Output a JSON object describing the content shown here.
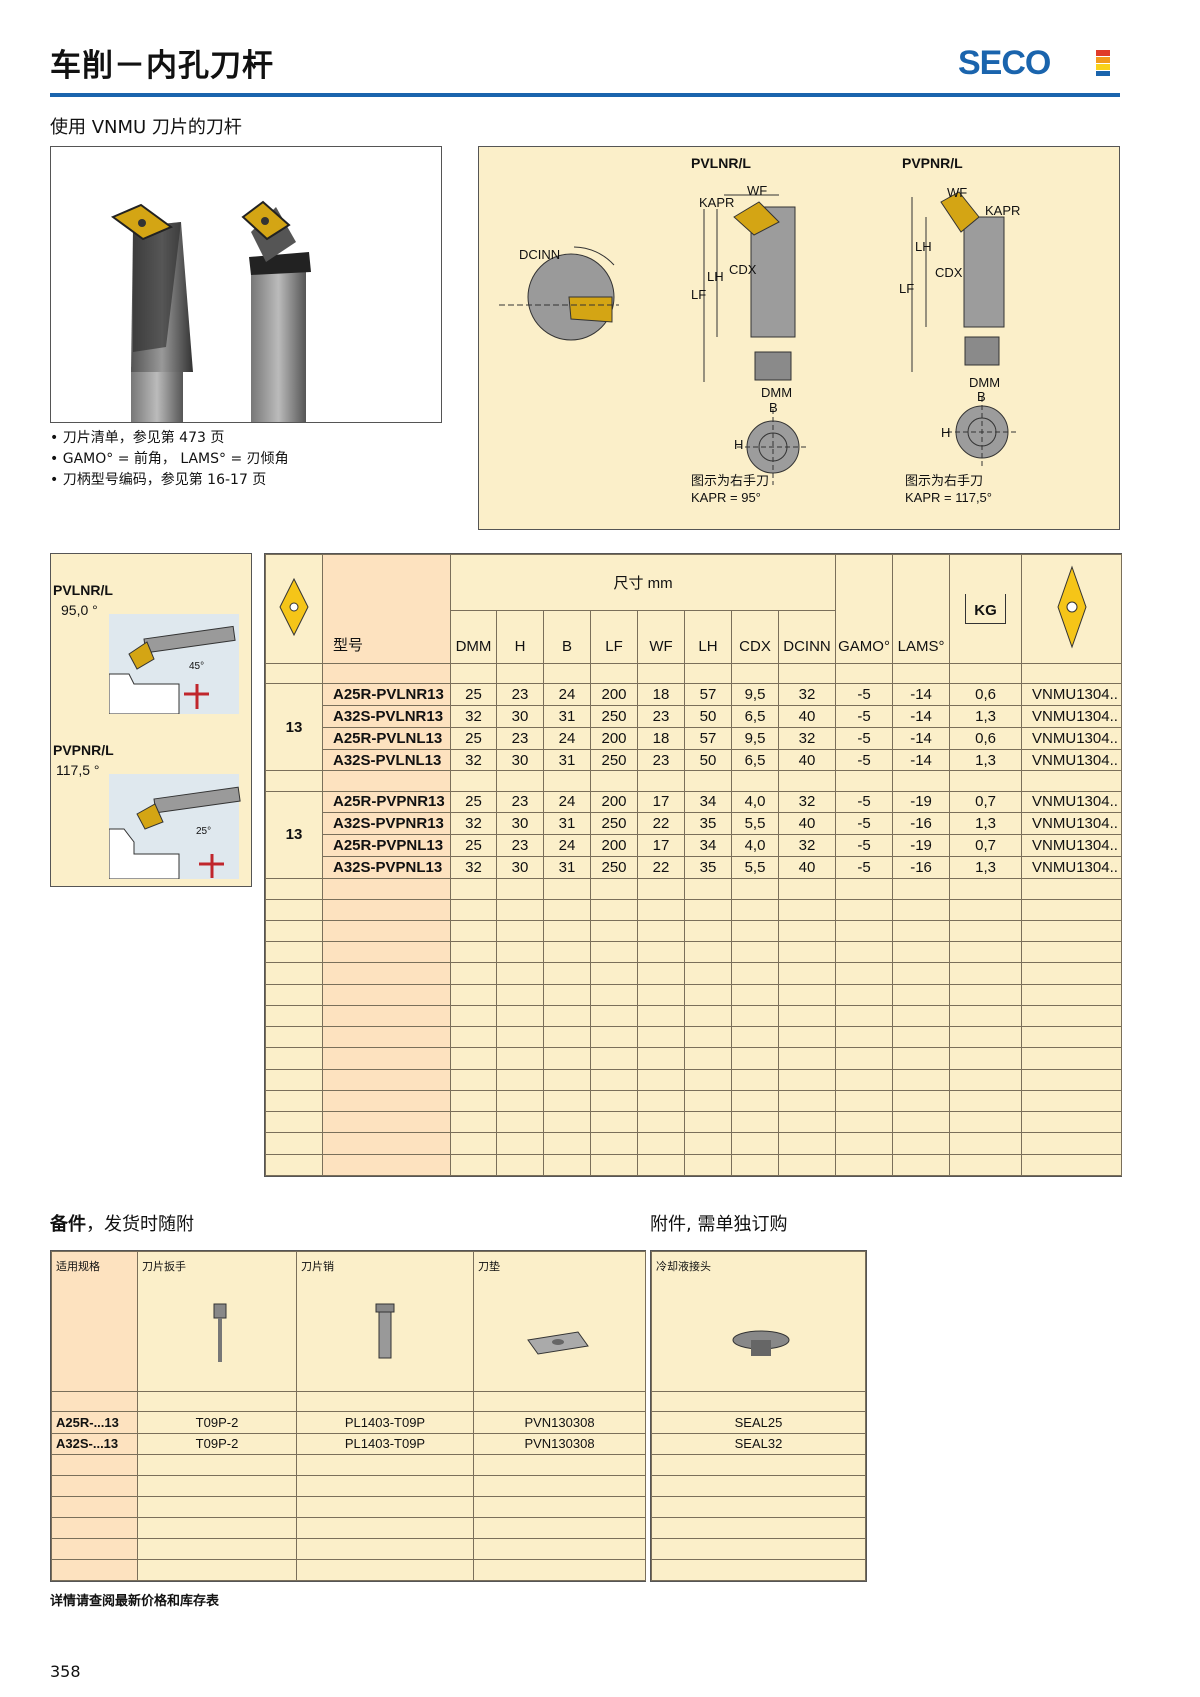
{
  "header": {
    "title": "车削－内孔刀杆",
    "brand": "SECO",
    "brand_color": "#1a64ad",
    "subtitle": "使用 VNMU 刀片的刀杆"
  },
  "notes": [
    "刀片清单，参见第 473 页",
    "GAMO° = 前角， LAMS° = 刃倾角",
    "刀柄型号编码，参见第 16-17 页"
  ],
  "diagram": {
    "left_title": "PVLNR/L",
    "right_title": "PVPNR/L",
    "dcinn": "DCINN",
    "kapr": "KAPR",
    "wf": "WF",
    "lh": "LH",
    "lf": "LF",
    "cdx": "CDX",
    "dmm": "DMM",
    "b": "B",
    "h": "H",
    "left_caption": "图示为右手刀",
    "left_kapr": "KAPR = 95°",
    "right_caption": "图示为右手刀",
    "right_kapr": "KAPR = 117,5°"
  },
  "side": {
    "pv1": "PVLNR/L",
    "pv1_angle": "95,0 °",
    "pv1_deg": "45°",
    "pv2": "PVPNR/L",
    "pv2_angle": "117,5 °",
    "pv2_deg": "25°"
  },
  "table": {
    "dims_title": "尺寸 mm",
    "model_label": "型号",
    "columns": [
      "DMM",
      "H",
      "B",
      "LF",
      "WF",
      "LH",
      "CDX",
      "DCINN",
      "GAMO°",
      "LAMS°"
    ],
    "kg": "KG",
    "group_size_1": "13",
    "group_size_2": "13",
    "group1": [
      [
        "A25R-PVLNR13",
        "25",
        "23",
        "24",
        "200",
        "18",
        "57",
        "9,5",
        "32",
        "-5",
        "-14",
        "0,6",
        "VNMU1304.."
      ],
      [
        "A32S-PVLNR13",
        "32",
        "30",
        "31",
        "250",
        "23",
        "50",
        "6,5",
        "40",
        "-5",
        "-14",
        "1,3",
        "VNMU1304.."
      ],
      [
        "A25R-PVLNL13",
        "25",
        "23",
        "24",
        "200",
        "18",
        "57",
        "9,5",
        "32",
        "-5",
        "-14",
        "0,6",
        "VNMU1304.."
      ],
      [
        "A32S-PVLNL13",
        "32",
        "30",
        "31",
        "250",
        "23",
        "50",
        "6,5",
        "40",
        "-5",
        "-14",
        "1,3",
        "VNMU1304.."
      ]
    ],
    "group2": [
      [
        "A25R-PVPNR13",
        "25",
        "23",
        "24",
        "200",
        "17",
        "34",
        "4,0",
        "32",
        "-5",
        "-19",
        "0,7",
        "VNMU1304.."
      ],
      [
        "A32S-PVPNR13",
        "32",
        "30",
        "31",
        "250",
        "22",
        "35",
        "5,5",
        "40",
        "-5",
        "-16",
        "1,3",
        "VNMU1304.."
      ],
      [
        "A25R-PVPNL13",
        "25",
        "23",
        "24",
        "200",
        "17",
        "34",
        "4,0",
        "32",
        "-5",
        "-19",
        "0,7",
        "VNMU1304.."
      ],
      [
        "A32S-PVPNL13",
        "32",
        "30",
        "31",
        "250",
        "22",
        "35",
        "5,5",
        "40",
        "-5",
        "-16",
        "1,3",
        "VNMU1304.."
      ]
    ]
  },
  "accessories": {
    "title_bold": "备件",
    "title_rest": "，发货时随附",
    "title2": "附件, 需单独订购",
    "headers": [
      "适用规格",
      "刀片扳手",
      "刀片销",
      "刀垫"
    ],
    "header2": "冷却液接头",
    "rows": [
      [
        "A25R-...13",
        "T09P-2",
        "PL1403-T09P",
        "PVN130308"
      ],
      [
        "A32S-...13",
        "T09P-2",
        "PL1403-T09P",
        "PVN130308"
      ]
    ],
    "coolant": [
      "SEAL25",
      "SEAL32"
    ]
  },
  "footer": {
    "note": "详情请查阅最新价格和库存表",
    "page": "358"
  }
}
